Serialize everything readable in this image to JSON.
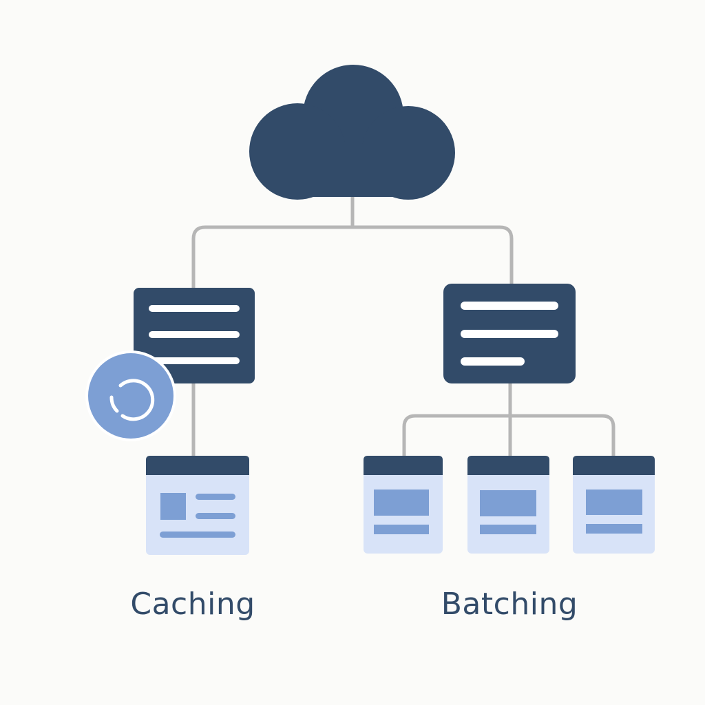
{
  "colors": {
    "background": "#fbfbf9",
    "node_dark": "#324b69",
    "connector": "#b6b6b6",
    "page_light": "#d8e3f8",
    "content_mid": "#7d9fd4",
    "cache_badge": "#7d9fd4",
    "label_text": "#324b69"
  },
  "diagram": {
    "root": {
      "icon": "cloud-icon"
    },
    "branches": [
      {
        "id": "caching",
        "label": "Caching",
        "badge_icon": "refresh-icon",
        "server_lines": 3,
        "children": 1
      },
      {
        "id": "batching",
        "label": "Batching",
        "server_lines": 3,
        "children": 3
      }
    ]
  }
}
